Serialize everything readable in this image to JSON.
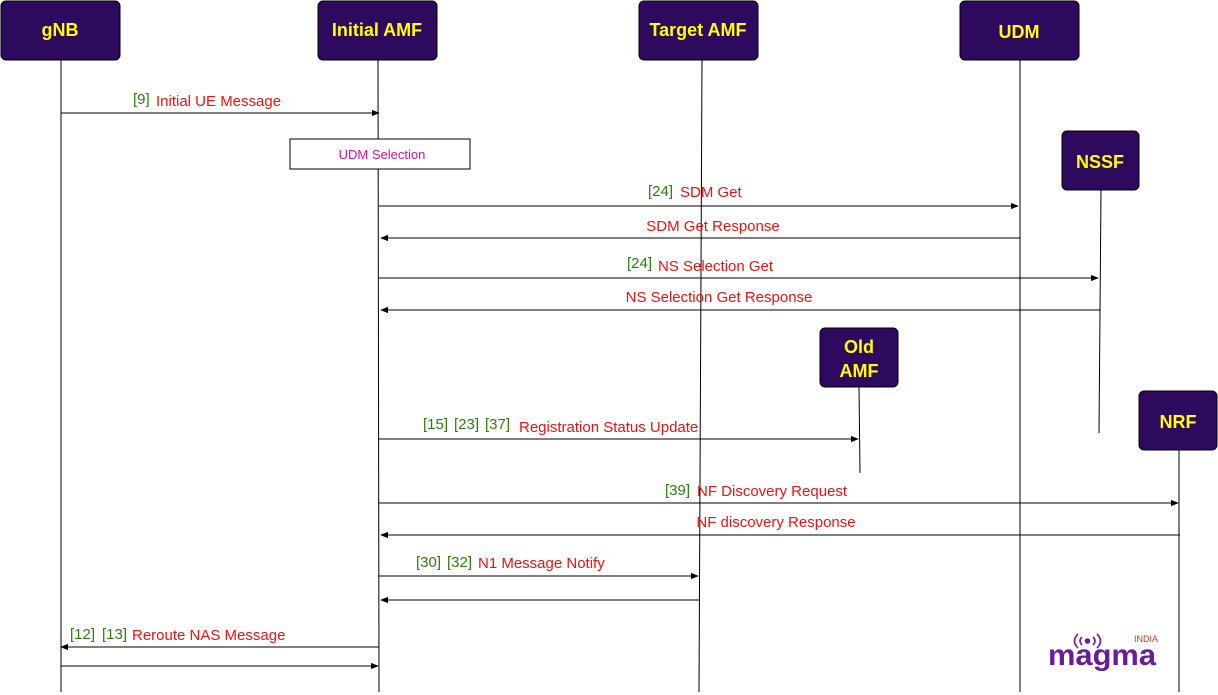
{
  "actors": {
    "gnb": "gNB",
    "initial_amf": "Initial AMF",
    "target_amf": "Target AMF",
    "udm": "UDM",
    "nssf": "NSSF",
    "old_amf": [
      "Old",
      "AMF"
    ],
    "nrf": "NRF"
  },
  "note": {
    "udm_selection": "UDM Selection"
  },
  "messages": [
    {
      "refs": [
        "[9]"
      ],
      "label": "Initial UE Message"
    },
    {
      "refs": [
        "[24]"
      ],
      "label": "SDM Get"
    },
    {
      "refs": [],
      "label": "SDM Get Response"
    },
    {
      "refs": [
        "[24]"
      ],
      "label": "NS Selection Get"
    },
    {
      "refs": [],
      "label": "NS Selection Get Response"
    },
    {
      "refs": [
        "[15]",
        "[23]",
        "[37]"
      ],
      "label": "Registration Status Update"
    },
    {
      "refs": [
        "[39]"
      ],
      "label": "NF Discovery Request"
    },
    {
      "refs": [],
      "label": "NF discovery Response"
    },
    {
      "refs": [
        "[30]",
        "[32]"
      ],
      "label": "N1 Message Notify"
    },
    {
      "refs": [],
      "label": ""
    },
    {
      "refs": [
        "[12]",
        "[13]"
      ],
      "label": "Reroute NAS Message"
    },
    {
      "refs": [],
      "label": ""
    }
  ],
  "logo": {
    "main": "magma",
    "sub": "INDIA"
  },
  "colors": {
    "actor_fill": "#2e0a5e",
    "actor_text": "#ffff00",
    "message_text": "#ee1111",
    "reference_text": "#2e7d0e",
    "note_text": "#d4119e"
  }
}
